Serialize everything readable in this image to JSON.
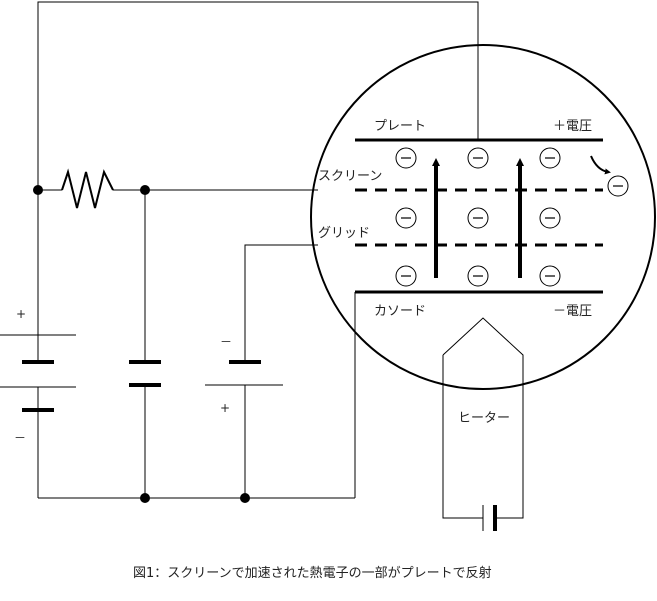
{
  "labels": {
    "plate": "プレート",
    "screen": "スクリーン",
    "grid": "グリッド",
    "cathode": "カソード",
    "heater": "ヒーター",
    "plus_voltage": "＋電圧",
    "minus_voltage": "－電圧"
  },
  "battery_signs": {
    "b1_top": "+",
    "b1_bottom": "－",
    "b3_top": "－",
    "b3_bottom": "+"
  },
  "electron_symbol": "⊖",
  "caption": "図1：スクリーンで加速された熱電子の一部がプレートで反射"
}
